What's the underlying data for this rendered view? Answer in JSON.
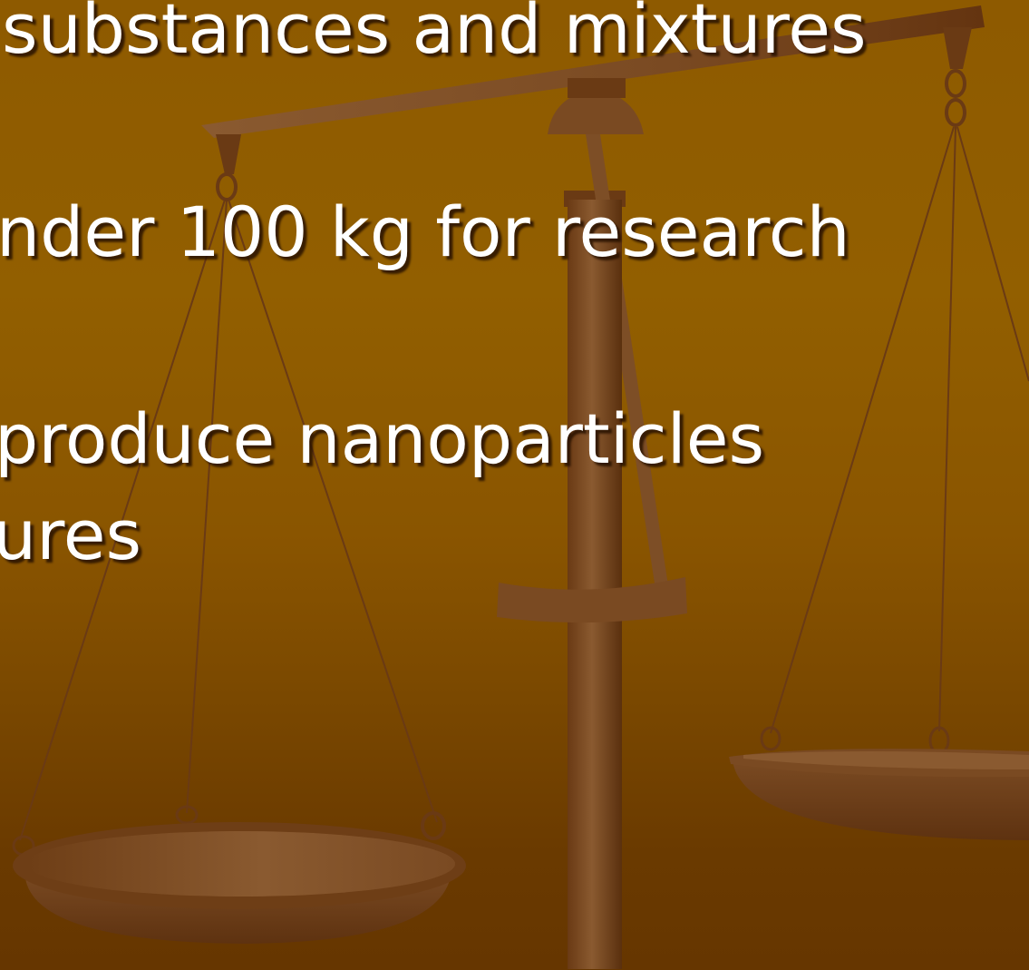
{
  "slide": {
    "lines": [
      "substances and mixtures",
      "nder 100 kg for research",
      "produce nanoparticles",
      "ures"
    ]
  },
  "colors": {
    "background_top": "#8e5a00",
    "background_bottom": "#663600",
    "wood_light": "#8a5a30",
    "wood_dark": "#5e3210",
    "text": "#ffffff"
  }
}
